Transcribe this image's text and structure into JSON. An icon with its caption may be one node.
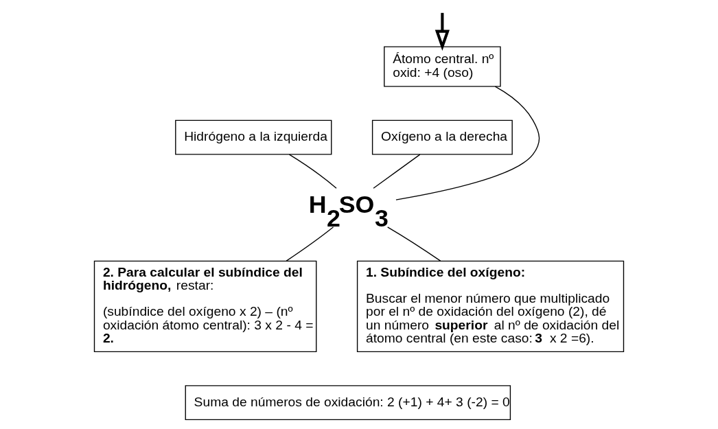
{
  "diagram": {
    "nodes": [
      {
        "text": [
          "Átomo central. nº oxid: +4 (oso)"
        ]
      },
      {
        "text": [
          "Hidrógeno a la izquierda"
        ]
      },
      {
        "text": [
          "Oxígeno a la derecha"
        ]
      },
      {
        "text": [
          "H$_{2}$SO$_{3}$"
        ]
      },
      {
        "text": [
          "**2. Para calcular el subíndice del hidrógeno,** restar:",
          "(subíndice del oxígeno x 2) – (nº oxidación átomo central): 3 x 2 - 4 = **2.**"
        ]
      },
      {
        "text": [
          "1. Subíndice del oxígeno:",
          "Buscar el menor número que multiplicado por el nº de oxidación del oxígeno (2), dé un número **superior** al nº de oxidación del átomo central (en este caso: **3** x 2 =6)."
        ]
      },
      {
        "text": [
          "Suma de números de oxidación:  2 (+1) + 4+ 3 (-2) = 0"
        ]
      }
    ],
    "edges": [
      {
        "from": null,
        "to": 0,
        "arrow": "to",
        "style": "thick"
      },
      {
        "from": 0,
        "to": 3,
        "arrow": "none"
      },
      {
        "from": 1,
        "to": 3,
        "arrow": "none"
      },
      {
        "from": 2,
        "to": 3,
        "arrow": "none"
      },
      {
        "from": 4,
        "to": 3,
        "arrow": "none"
      },
      {
        "from": 5,
        "to": 3,
        "arrow": "none"
      }
    ]
  }
}
